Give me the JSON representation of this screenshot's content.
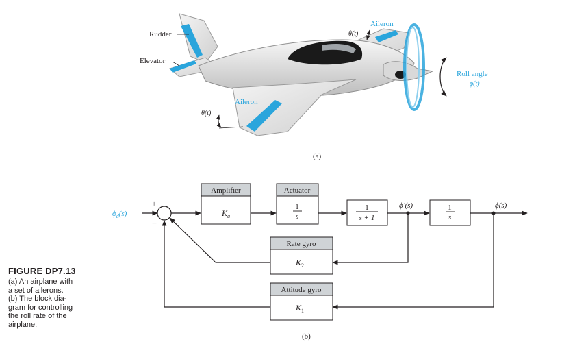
{
  "colors": {
    "blue": "#2aa5dc",
    "block_fill": "#cfd3d6",
    "line": "#231f20",
    "plane_body": "#eeeeee",
    "plane_shadow": "#b9b9b9"
  },
  "part_a": {
    "labels": {
      "rudder": "Rudder",
      "elevator": "Elevator",
      "aileron_top": "Aileron",
      "aileron_bottom": "Aileron",
      "theta_top": "θ(t)",
      "theta_bottom": "θ(t)",
      "roll_angle": "Roll angle",
      "roll_phi": "ϕ(t)"
    },
    "tag": "(a)"
  },
  "part_b": {
    "input": "ϕ",
    "input_sub": "d",
    "input_arg": "(s)",
    "sum_plus": "+",
    "sum_minus": "−",
    "blocks": {
      "amplifier": {
        "title": "Amplifier",
        "gain": "K",
        "gain_sub": "a"
      },
      "actuator": {
        "title": "Actuator",
        "num": "1",
        "den": "s"
      },
      "plant": {
        "num": "1",
        "den": "s + 1"
      },
      "integrator": {
        "num": "1",
        "den": "s"
      },
      "rate_gyro": {
        "title": "Rate gyro",
        "gain": "K",
        "gain_sub": "2"
      },
      "attitude_gyro": {
        "title": "Attitude gyro",
        "gain": "K",
        "gain_sub": "1"
      }
    },
    "phi_dot": "ϕ̇ (s)",
    "output": "ϕ(s)",
    "tag": "(b)"
  },
  "caption": {
    "title": "FIGURE DP7.13",
    "lines": [
      "(a) An airplane with",
      "a set of ailerons.",
      "(b) The block dia-",
      "gram for controlling",
      "the roll rate of the",
      "airplane."
    ]
  }
}
